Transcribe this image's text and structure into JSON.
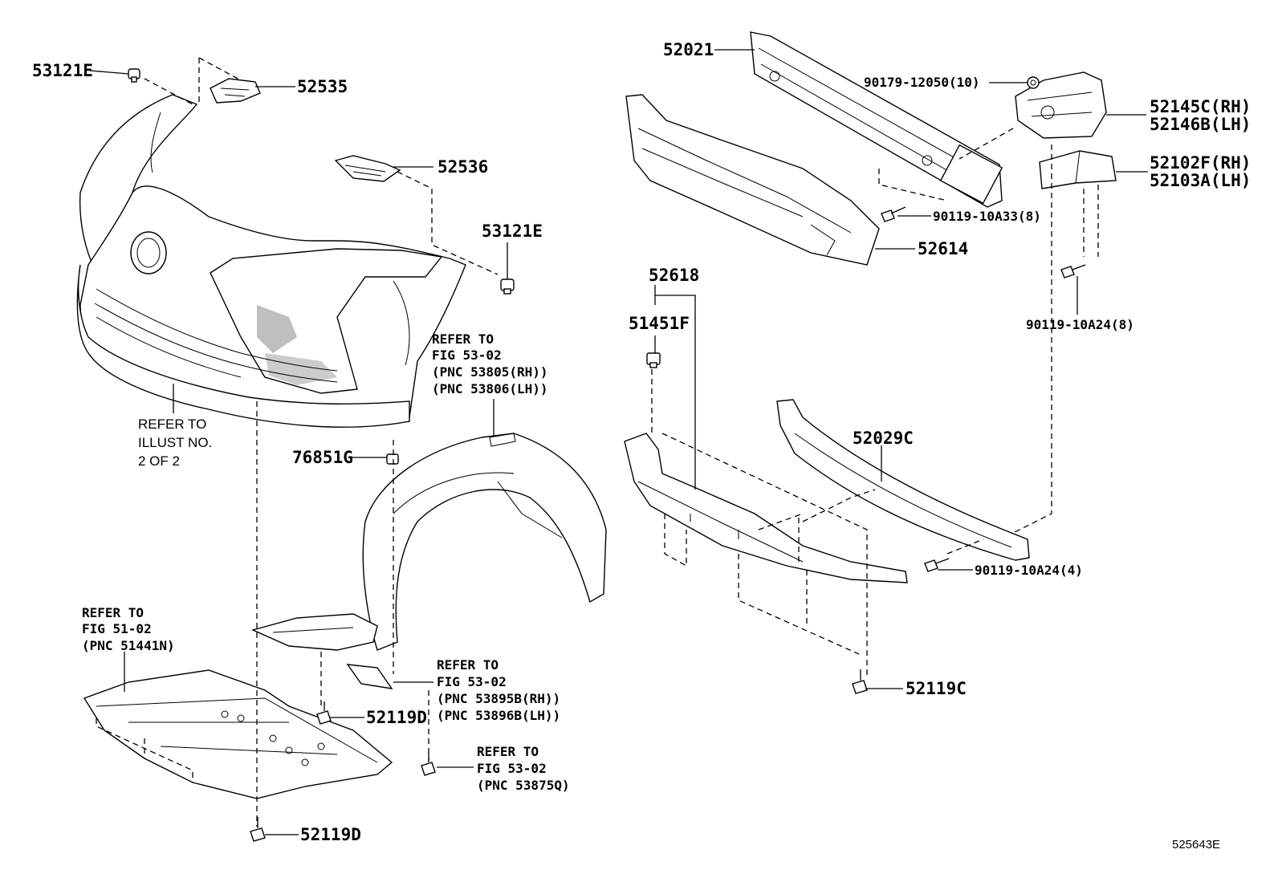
{
  "figure_code": "525643E",
  "callouts": {
    "c53121E_a": "53121E",
    "c52535": "52535",
    "c52536": "52536",
    "c53121E_b": "53121E",
    "c52021": "52021",
    "c90179": "90179-12050(10)",
    "c52145C": "52145C(RH)",
    "c52146B": "52146B(LH)",
    "c52102F": "52102F(RH)",
    "c52103A": "52103A(LH)",
    "c90119_10A33": "90119-10A33(8)",
    "c52614": "52614",
    "c52618": "52618",
    "c51451F": "51451F",
    "c90119_10A24_8": "90119-10A24(8)",
    "c52029C": "52029C",
    "c90119_10A24_4": "90119-10A24(4)",
    "c52119C": "52119C",
    "c76851G": "76851G",
    "c52119D_a": "52119D",
    "c52119D_b": "52119D"
  },
  "notes": {
    "illust": [
      "REFER TO",
      "ILLUST NO.",
      "2 OF 2"
    ],
    "fig5302_a": [
      "REFER TO",
      "FIG 53-02",
      "(PNC 53805(RH))",
      "(PNC 53806(LH))"
    ],
    "fig5102": [
      "REFER TO",
      "FIG 51-02",
      "(PNC 51441N)"
    ],
    "fig5302_b": [
      "REFER TO",
      "FIG 53-02",
      "(PNC 53895B(RH))",
      "(PNC 53896B(LH))"
    ],
    "fig5302_c": [
      "REFER TO",
      "FIG 53-02",
      "(PNC 53875Q)"
    ]
  }
}
